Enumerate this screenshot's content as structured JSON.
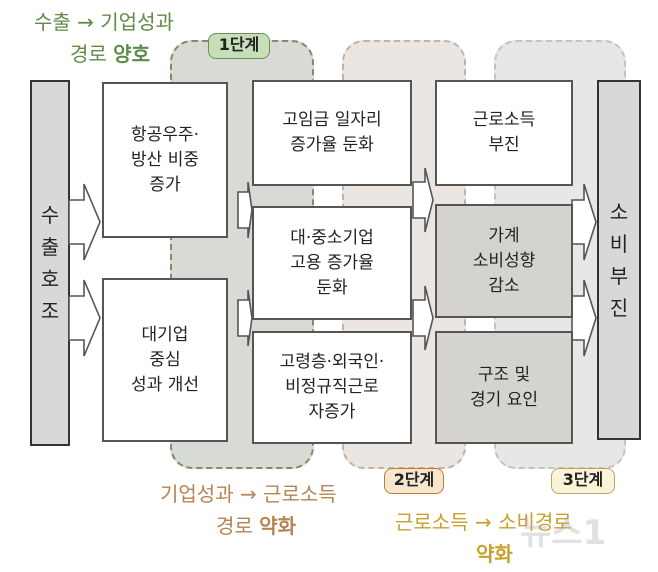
{
  "labels": {
    "top_left_line1": "수출 → 기업성과",
    "top_left_line2a": "경로 ",
    "top_left_line2b": "양호",
    "bottom_mid_line1": "기업성과 → 근로소득",
    "bottom_mid_line2a": "경로 ",
    "bottom_mid_line2b": "약화",
    "bottom_right_line1": "근로소득 → 소비경로",
    "bottom_right_line2": "약화"
  },
  "stages": {
    "stage1": "1단계",
    "stage2": "2단계",
    "stage3": "3단계"
  },
  "left_bar": "수\n출\n호\n조",
  "right_bar": "소\n비\n부\n진",
  "column1": {
    "box1": "항공우주·\n방산 비중\n증가",
    "box2": "대기업\n중심\n성과 개선"
  },
  "column2": {
    "box1": "고임금 일자리\n증가율 둔화",
    "box2": "대·중소기업\n고용 증가율\n둔화",
    "box3": "고령층·외국인·\n비정규직근로\n자증가"
  },
  "column3": {
    "box1": "근로소득\n부진",
    "box2": "가계\n소비성향\n감소",
    "box3": "구조 및\n경기 요인"
  },
  "watermark": "뉴스1",
  "colors": {
    "green_label": "#5f8a48",
    "brown_label": "#b58452",
    "orange_label": "#c9a02c"
  }
}
